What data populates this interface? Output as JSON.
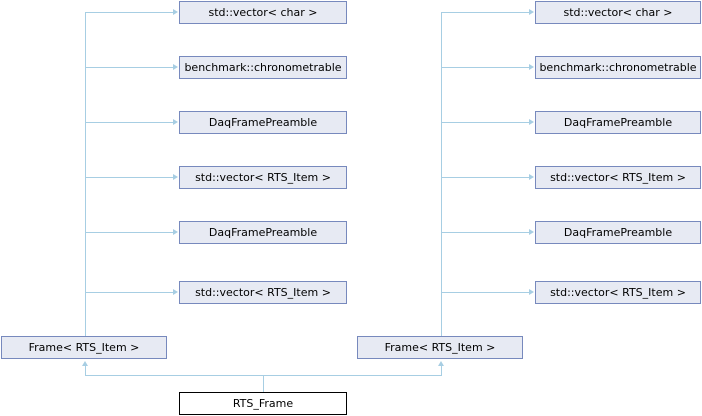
{
  "diagram": {
    "type": "collaboration-graph",
    "title": "RTS_Frame collaboration diagram",
    "colors": {
      "node_fill": "#e7eaf3",
      "node_border": "#7789bd",
      "leaf_fill": "#ffffff",
      "leaf_border": "#000000",
      "edge": "#a7cee3",
      "background": "#ffffff",
      "text": "#000000"
    },
    "columns": {
      "left": {
        "members": [
          {
            "label": "std::vector< char >"
          },
          {
            "label": "benchmark::chronometrable"
          },
          {
            "label": "DaqFramePreamble"
          },
          {
            "label": "std::vector< RTS_Item >"
          },
          {
            "label": "DaqFramePreamble"
          },
          {
            "label": "std::vector< RTS_Item >"
          }
        ],
        "base": {
          "label": "Frame< RTS_Item >"
        }
      },
      "right": {
        "members": [
          {
            "label": "std::vector< char >"
          },
          {
            "label": "benchmark::chronometrable"
          },
          {
            "label": "DaqFramePreamble"
          },
          {
            "label": "std::vector< RTS_Item >"
          },
          {
            "label": "DaqFramePreamble"
          },
          {
            "label": "std::vector< RTS_Item >"
          }
        ],
        "base": {
          "label": "Frame< RTS_Item >"
        }
      }
    },
    "derived": {
      "label": "RTS_Frame"
    }
  }
}
